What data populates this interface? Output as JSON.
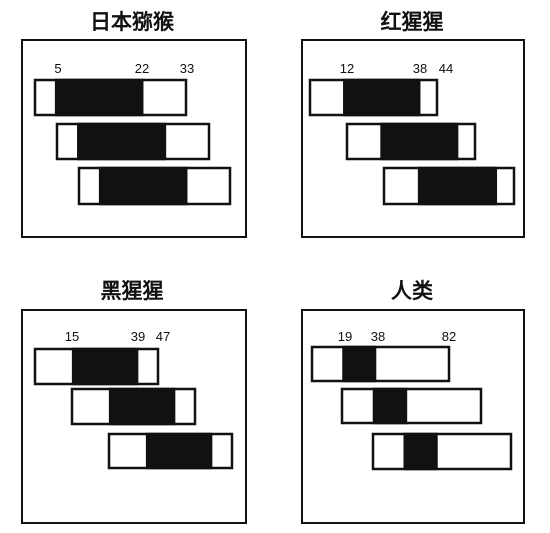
{
  "colors": {
    "frame": "#111111",
    "filled_segment": "#111111",
    "empty_segment": "#ffffff",
    "background": "#ffffff"
  },
  "panels": [
    {
      "title": "日本猕猴",
      "labels": [
        "5",
        "22",
        "33"
      ],
      "bars": [
        {
          "black_start": 0.14,
          "black_end": 0.71
        },
        {
          "black_start": 0.14,
          "black_end": 0.71
        },
        {
          "black_start": 0.14,
          "black_end": 0.71
        }
      ]
    },
    {
      "title": "红猩猩",
      "labels": [
        "12",
        "38",
        "44"
      ],
      "bars": [
        {
          "black_start": 0.27,
          "black_end": 0.86
        },
        {
          "black_start": 0.27,
          "black_end": 0.86
        },
        {
          "black_start": 0.27,
          "black_end": 0.86
        }
      ]
    },
    {
      "title": "黑猩猩",
      "labels": [
        "15",
        "39",
        "47"
      ],
      "bars": [
        {
          "black_start": 0.31,
          "black_end": 0.83
        },
        {
          "black_start": 0.31,
          "black_end": 0.83
        },
        {
          "black_start": 0.31,
          "black_end": 0.83
        }
      ]
    },
    {
      "title": "人类",
      "labels": [
        "19",
        "38",
        "82"
      ],
      "bars": [
        {
          "black_start": 0.23,
          "black_end": 0.46
        },
        {
          "black_start": 0.23,
          "black_end": 0.46
        },
        {
          "black_start": 0.23,
          "black_end": 0.46
        }
      ]
    }
  ]
}
